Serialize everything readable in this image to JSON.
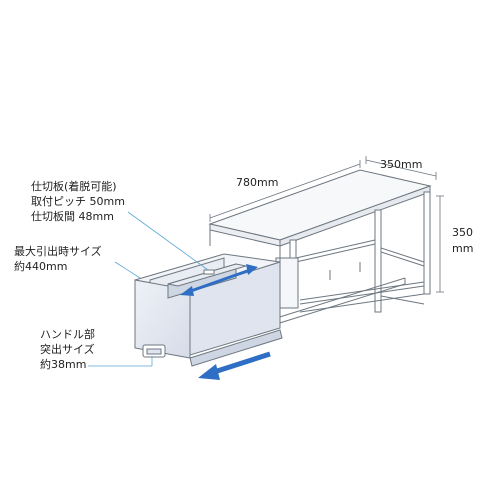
{
  "dimensions": {
    "width": "780mm",
    "depth": "350mm",
    "height_value": "350",
    "height_unit": "mm"
  },
  "callouts": {
    "divider": [
      "仕切板(着脱可能)",
      "取付ピッチ 50mm",
      "仕切板間 48mm"
    ],
    "pullout": [
      "最大引出時サイズ",
      "約440mm"
    ],
    "handle": [
      "ハンドル部",
      "突出サイズ",
      "約38mm"
    ]
  },
  "colors": {
    "line": "#6d7780",
    "arrow_blue": "#2e6ec4",
    "drawer_fill": "#e3e8f2",
    "callout_line": "#5aa6d6"
  }
}
